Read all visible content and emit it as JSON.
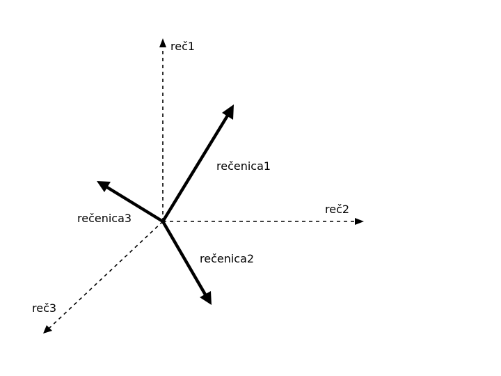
{
  "axes": {
    "word1": {
      "label": "reč1"
    },
    "word2": {
      "label": "reč2"
    },
    "word3": {
      "label": "reč3"
    }
  },
  "vectors": {
    "sentence1": {
      "label": "rečenica1"
    },
    "sentence2": {
      "label": "rečenica2"
    },
    "sentence3": {
      "label": "rečenica3"
    }
  },
  "colors": {
    "line": "#000000",
    "background": "#ffffff"
  }
}
